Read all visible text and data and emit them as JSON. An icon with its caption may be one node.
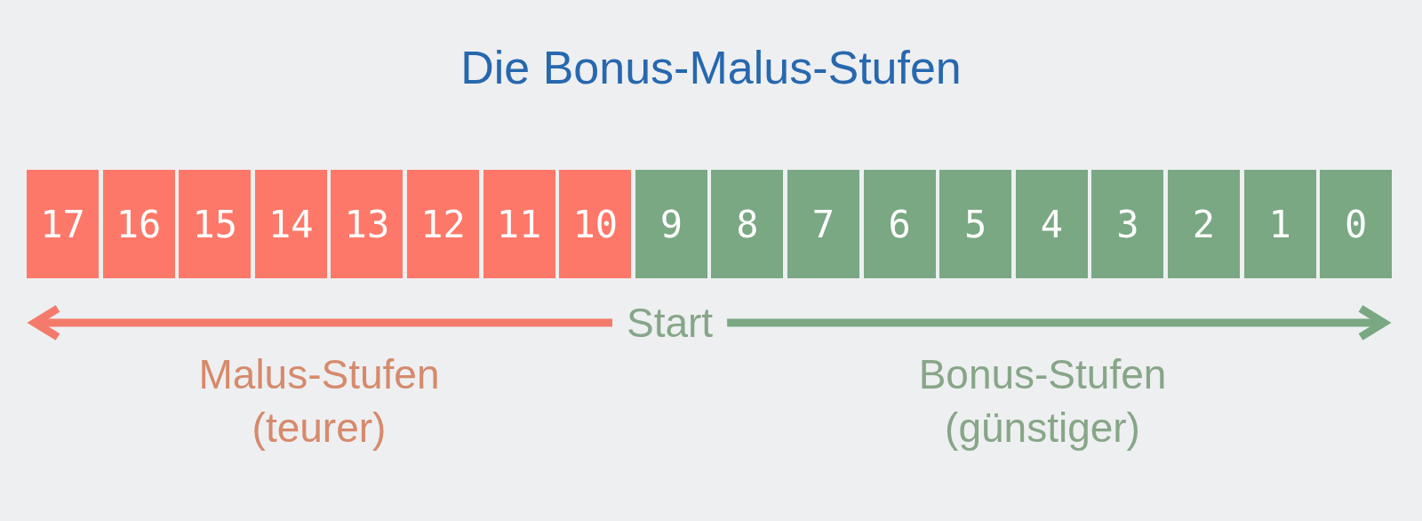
{
  "diagram": {
    "title": "Die Bonus-Malus-Stufen",
    "nodes": [
      {
        "text": [
          "17"
        ]
      },
      {
        "text": [
          "16"
        ]
      },
      {
        "text": [
          "15"
        ]
      },
      {
        "text": [
          "14"
        ]
      },
      {
        "text": [
          "13"
        ]
      },
      {
        "text": [
          "12"
        ]
      },
      {
        "text": [
          "11"
        ]
      },
      {
        "text": [
          "10"
        ]
      },
      {
        "text": [
          "9"
        ]
      },
      {
        "text": [
          "8"
        ]
      },
      {
        "text": [
          "7"
        ]
      },
      {
        "text": [
          "6"
        ]
      },
      {
        "text": [
          "5"
        ]
      },
      {
        "text": [
          "4"
        ]
      },
      {
        "text": [
          "3"
        ]
      },
      {
        "text": [
          "2"
        ]
      },
      {
        "text": [
          "1"
        ]
      },
      {
        "text": [
          "0"
        ]
      }
    ],
    "labels": [
      "Start",
      "Malus-Stufen (teurer)",
      "Bonus-Stufen (günstiger)"
    ]
  }
}
